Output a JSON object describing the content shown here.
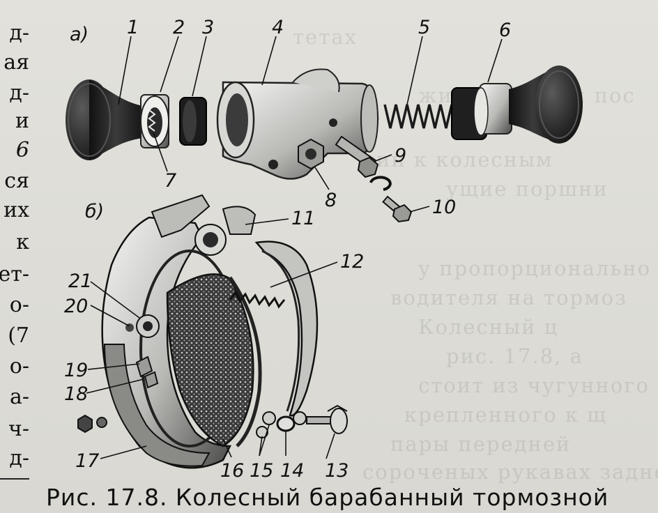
{
  "edge_text": [
    "д-",
    "ая",
    "д-",
    "и",
    "6",
    "ся",
    "их",
    "к",
    "ет-",
    "о-",
    "(7",
    "о-",
    "а-",
    "ч-",
    "д-"
  ],
  "background_text": [
    "тетах",
    "жидкости при пос",
    "ии к колесным",
    "ущие поршни",
    "у пропорционально",
    "водителя на тормоз",
    "Колесный ц",
    "рис. 17.8, а",
    "стоит из чугунного",
    "крепленного к щ",
    "пары передней",
    "сороченых рукавах заднего моста"
  ],
  "diagram": {
    "view_labels": {
      "a": "а)",
      "b": "б)"
    },
    "part_labels": {
      "1": "1",
      "2": "2",
      "3": "3",
      "4": "4",
      "5": "5",
      "6": "6",
      "7": "7",
      "8": "8",
      "9": "9",
      "10": "10",
      "11": "11",
      "12": "12",
      "13": "13",
      "14": "14",
      "15": "15",
      "16": "16",
      "17": "17",
      "18": "18",
      "19": "19",
      "20": "20",
      "21": "21"
    }
  },
  "caption": "Рис. 17.8. Колесный барабанный тормозной"
}
